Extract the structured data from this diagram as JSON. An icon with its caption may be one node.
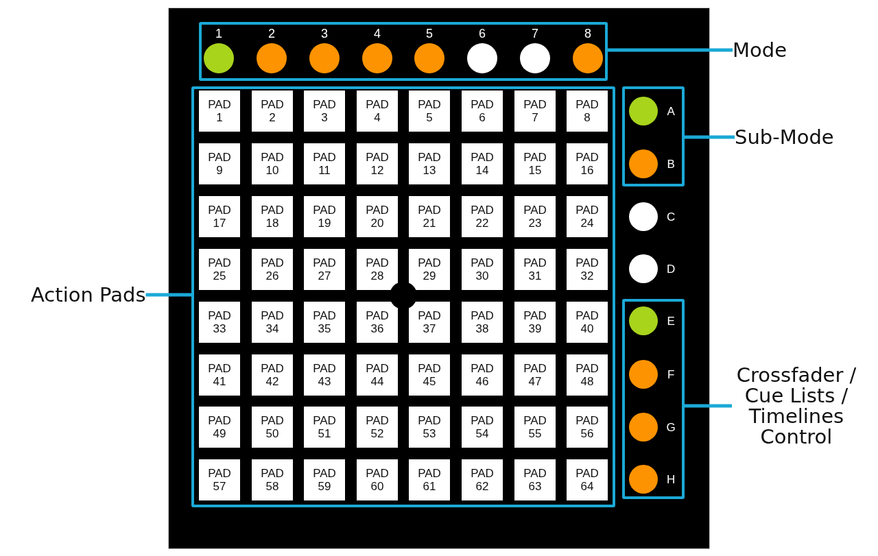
{
  "diagram": {
    "nodes": [
      {
        "text": [],
        "shape": "box"
      },
      {
        "text": [],
        "shape": "circle",
        "beside": [
          "1"
        ],
        "in": 0
      },
      {
        "text": [],
        "shape": "circle",
        "beside": [
          "2"
        ],
        "in": 0
      },
      {
        "text": [],
        "shape": "circle",
        "beside": [
          "3"
        ],
        "in": 0
      },
      {
        "text": [],
        "shape": "circle",
        "beside": [
          "4"
        ],
        "in": 0
      },
      {
        "text": [],
        "shape": "circle",
        "beside": [
          "5"
        ],
        "in": 0
      },
      {
        "text": [],
        "shape": "circle",
        "beside": [
          "6"
        ],
        "in": 0
      },
      {
        "text": [],
        "shape": "circle",
        "beside": [
          "7"
        ],
        "in": 0
      },
      {
        "text": [],
        "shape": "circle",
        "beside": [
          "8"
        ],
        "in": 0
      },
      {
        "text": [
          "Mode"
        ]
      },
      {
        "text": [],
        "shape": "box"
      },
      {
        "text": [],
        "shape": "circle",
        "beside": [
          "A"
        ],
        "in": 10
      },
      {
        "text": [],
        "shape": "circle",
        "beside": [
          "B"
        ],
        "in": 10
      },
      {
        "text": [
          "Sub-Mode"
        ]
      },
      {
        "text": [],
        "shape": "circle",
        "beside": [
          "C"
        ]
      },
      {
        "text": [],
        "shape": "circle",
        "beside": [
          "D"
        ]
      },
      {
        "text": [],
        "shape": "box"
      },
      {
        "text": [],
        "shape": "circle",
        "beside": [
          "E"
        ],
        "in": 16
      },
      {
        "text": [],
        "shape": "circle",
        "beside": [
          "F"
        ],
        "in": 16
      },
      {
        "text": [],
        "shape": "circle",
        "beside": [
          "G"
        ],
        "in": 16
      },
      {
        "text": [],
        "shape": "circle",
        "beside": [
          "H"
        ],
        "in": 16
      },
      {
        "text": [
          "Crossfader / Cue Lists / Timelines Control"
        ]
      },
      {
        "text": [
          "Action Pads"
        ]
      },
      {
        "text": [],
        "shape": "box"
      },
      {
        "text": [
          "PAD 1"
        ],
        "in": 23
      },
      {
        "text": [
          "PAD 2"
        ],
        "in": 23
      },
      {
        "text": [
          "PAD 3"
        ],
        "in": 23
      },
      {
        "text": [
          "PAD 4"
        ],
        "in": 23
      },
      {
        "text": [
          "PAD 5"
        ],
        "in": 23
      },
      {
        "text": [
          "PAD 6"
        ],
        "in": 23
      },
      {
        "text": [
          "PAD 7"
        ],
        "in": 23
      },
      {
        "text": [
          "PAD 8"
        ],
        "in": 23
      },
      {
        "text": [
          "PAD 9"
        ],
        "in": 23
      },
      {
        "text": [
          "PAD 10"
        ],
        "in": 23
      },
      {
        "text": [
          "PAD 11"
        ],
        "in": 23
      },
      {
        "text": [
          "PAD 12"
        ],
        "in": 23
      },
      {
        "text": [
          "PAD 13"
        ],
        "in": 23
      },
      {
        "text": [
          "PAD 14"
        ],
        "in": 23
      },
      {
        "text": [
          "PAD 15"
        ],
        "in": 23
      },
      {
        "text": [
          "PAD 16"
        ],
        "in": 23
      },
      {
        "text": [
          "PAD 17"
        ],
        "in": 23
      },
      {
        "text": [
          "PAD 18"
        ],
        "in": 23
      },
      {
        "text": [
          "PAD 19"
        ],
        "in": 23
      },
      {
        "text": [
          "PAD 20"
        ],
        "in": 23
      },
      {
        "text": [
          "PAD 21"
        ],
        "in": 23
      },
      {
        "text": [
          "PAD 22"
        ],
        "in": 23
      },
      {
        "text": [
          "PAD 23"
        ],
        "in": 23
      },
      {
        "text": [
          "PAD 24"
        ],
        "in": 23
      },
      {
        "text": [
          "PAD 25"
        ],
        "in": 23
      },
      {
        "text": [
          "PAD 26"
        ],
        "in": 23
      },
      {
        "text": [
          "PAD 27"
        ],
        "in": 23
      },
      {
        "text": [
          "PAD 28"
        ],
        "in": 23
      },
      {
        "text": [
          "PAD 29"
        ],
        "in": 23
      },
      {
        "text": [
          "PAD 30"
        ],
        "in": 23
      },
      {
        "text": [
          "PAD 31"
        ],
        "in": 23
      },
      {
        "text": [
          "PAD 32"
        ],
        "in": 23
      },
      {
        "text": [
          "PAD 33"
        ],
        "in": 23
      },
      {
        "text": [
          "PAD 34"
        ],
        "in": 23
      },
      {
        "text": [
          "PAD 35"
        ],
        "in": 23
      },
      {
        "text": [
          "PAD 36"
        ],
        "in": 23
      },
      {
        "text": [
          "PAD 37"
        ],
        "in": 23
      },
      {
        "text": [
          "PAD 38"
        ],
        "in": 23
      },
      {
        "text": [
          "PAD 39"
        ],
        "in": 23
      },
      {
        "text": [
          "PAD 40"
        ],
        "in": 23
      },
      {
        "text": [
          "PAD 41"
        ],
        "in": 23
      },
      {
        "text": [
          "PAD 42"
        ],
        "in": 23
      },
      {
        "text": [
          "PAD 43"
        ],
        "in": 23
      },
      {
        "text": [
          "PAD 44"
        ],
        "in": 23
      },
      {
        "text": [
          "PAD 45"
        ],
        "in": 23
      },
      {
        "text": [
          "PAD 46"
        ],
        "in": 23
      },
      {
        "text": [
          "PAD 47"
        ],
        "in": 23
      },
      {
        "text": [
          "PAD 48"
        ],
        "in": 23
      },
      {
        "text": [
          "PAD 49"
        ],
        "in": 23
      },
      {
        "text": [
          "PAD 50"
        ],
        "in": 23
      },
      {
        "text": [
          "PAD 51"
        ],
        "in": 23
      },
      {
        "text": [
          "PAD 52"
        ],
        "in": 23
      },
      {
        "text": [
          "PAD 53"
        ],
        "in": 23
      },
      {
        "text": [
          "PAD 54"
        ],
        "in": 23
      },
      {
        "text": [
          "PAD 55"
        ],
        "in": 23
      },
      {
        "text": [
          "PAD 56"
        ],
        "in": 23
      },
      {
        "text": [
          "PAD 57"
        ],
        "in": 23
      },
      {
        "text": [
          "PAD 58"
        ],
        "in": 23
      },
      {
        "text": [
          "PAD 59"
        ],
        "in": 23
      },
      {
        "text": [
          "PAD 60"
        ],
        "in": 23
      },
      {
        "text": [
          "PAD 61"
        ],
        "in": 23
      },
      {
        "text": [
          "PAD 62"
        ],
        "in": 23
      },
      {
        "text": [
          "PAD 63"
        ],
        "in": 23
      },
      {
        "text": [
          "PAD 64"
        ],
        "in": 23
      }
    ],
    "edges": [
      {
        "from": 9,
        "to": 0,
        "arrow": "none"
      },
      {
        "from": 13,
        "to": 10,
        "arrow": "none"
      },
      {
        "from": 21,
        "to": 16,
        "arrow": "none"
      },
      {
        "from": 22,
        "to": 23,
        "arrow": "none"
      }
    ]
  }
}
